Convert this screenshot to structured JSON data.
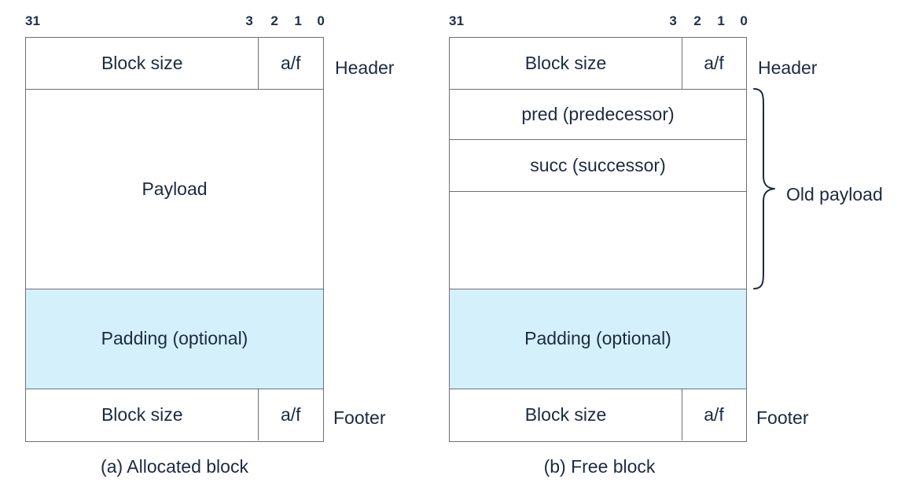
{
  "figure": {
    "bit_labels": [
      "31",
      "3",
      "2",
      "1",
      "0"
    ],
    "colors": {
      "padding_fill": "#d4f0fb",
      "border": "#6f6f77",
      "text": "#1c2a41",
      "background": "#ffffff"
    }
  },
  "allocated_block": {
    "caption": "(a) Allocated block",
    "bits": {
      "msb": "31",
      "b3": "3",
      "b2": "2",
      "b1": "1",
      "b0": "0"
    },
    "header": {
      "size_label": "Block size",
      "flag_label": "a/f",
      "side_label": "Header"
    },
    "payload": {
      "label": "Payload"
    },
    "padding": {
      "label": "Padding (optional)"
    },
    "footer": {
      "size_label": "Block size",
      "flag_label": "a/f",
      "side_label": "Footer"
    }
  },
  "free_block": {
    "caption": "(b) Free block",
    "bits": {
      "msb": "31",
      "b3": "3",
      "b2": "2",
      "b1": "1",
      "b0": "0"
    },
    "header": {
      "size_label": "Block size",
      "flag_label": "a/f",
      "side_label": "Header"
    },
    "pred": {
      "label": "pred (predecessor)"
    },
    "succ": {
      "label": "succ (successor)"
    },
    "remainder": {
      "label": ""
    },
    "old_payload_brace_label": "Old payload",
    "padding": {
      "label": "Padding (optional)"
    },
    "footer": {
      "size_label": "Block size",
      "flag_label": "a/f",
      "side_label": "Footer"
    }
  }
}
